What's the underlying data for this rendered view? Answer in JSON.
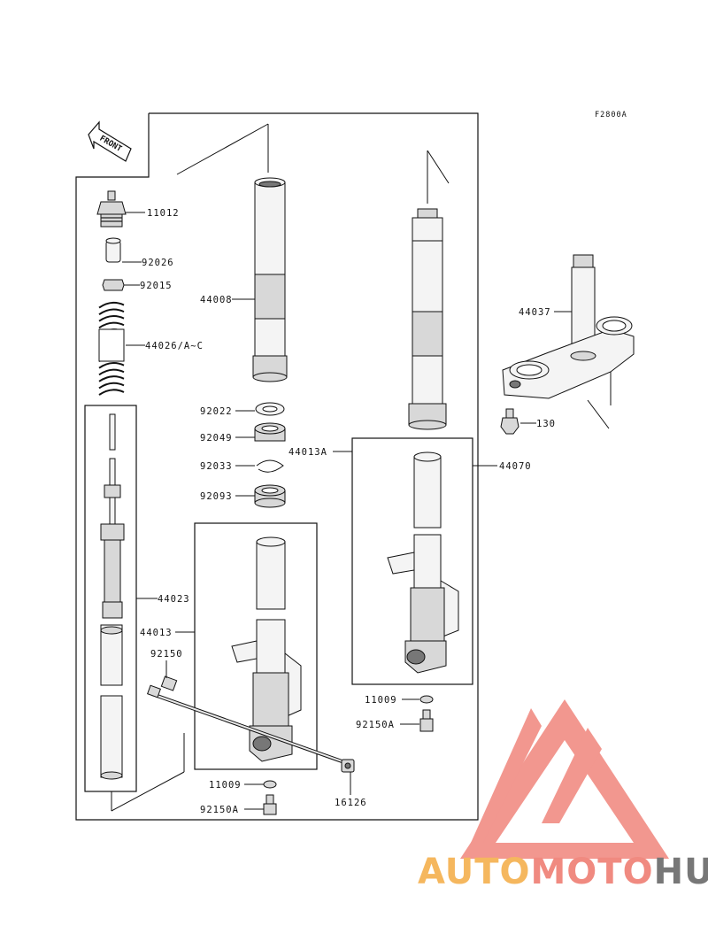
{
  "figure_code": "F2800A",
  "front_arrow_label": "FRONT",
  "callouts": {
    "p11012": "11012",
    "p92026": "92026",
    "p92015": "92015",
    "p44026": "44026/A~C",
    "p44008": "44008",
    "p92022": "92022",
    "p92049": "92049",
    "p92033": "92033",
    "p92093": "92093",
    "p44023": "44023",
    "p44013": "44013",
    "p92150": "92150",
    "p11009a": "11009",
    "p92150a": "92150A",
    "p16126": "16126",
    "p44013a": "44013A",
    "p44070": "44070",
    "p11009b": "11009",
    "p92150b": "92150A",
    "p44037": "44037",
    "p130": "130"
  },
  "watermark": {
    "part1": "AUTO",
    "part2": "MOTO",
    "part3": "HUB",
    "color1": "#f5b75e",
    "color2": "#f08a80",
    "color3": "#777777"
  }
}
